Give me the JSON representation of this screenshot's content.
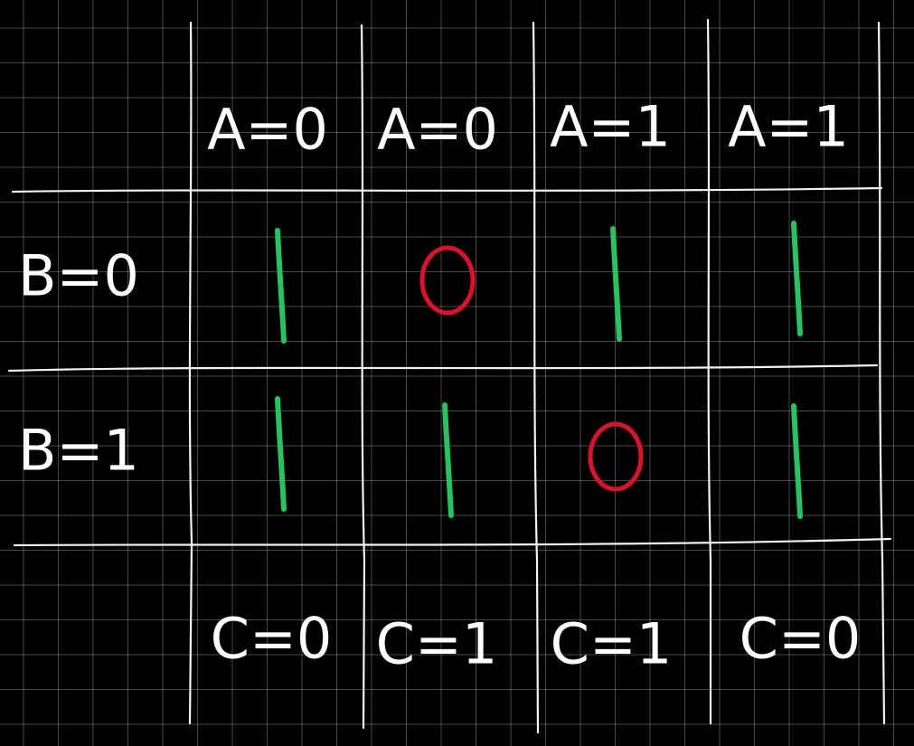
{
  "columns": [
    {
      "header": "A=0",
      "footer": "C=0"
    },
    {
      "header": "A=0",
      "footer": "C=1"
    },
    {
      "header": "A=1",
      "footer": "C=1"
    },
    {
      "header": "A=1",
      "footer": "C=0"
    }
  ],
  "rows": [
    {
      "label": "B=0",
      "cells": [
        "1",
        "0",
        "1",
        "1"
      ]
    },
    {
      "label": "B=1",
      "cells": [
        "1",
        "1",
        "0",
        "1"
      ]
    }
  ],
  "colors": {
    "background": "#000000",
    "grid": "#5a5a5a",
    "ink": "#ffffff",
    "one_mark": "#22c55e",
    "zero_mark": "#e0102a"
  }
}
